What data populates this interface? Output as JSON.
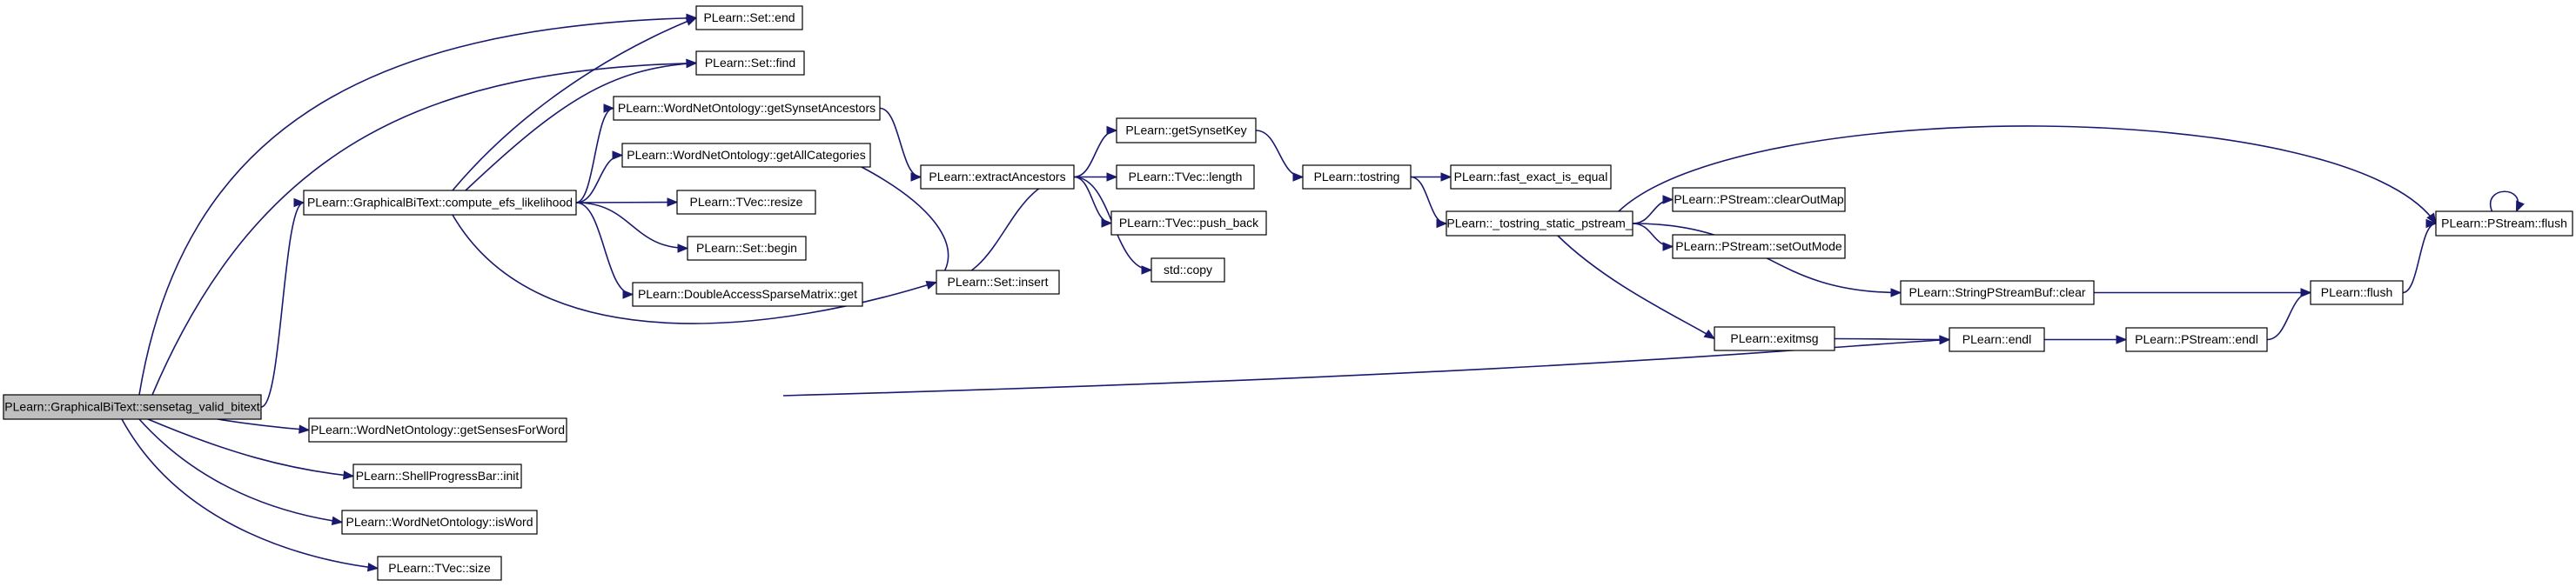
{
  "diagram": {
    "type": "call-graph",
    "colors": {
      "edge": "#191970",
      "root_fill": "#bfbfbf",
      "node_fill": "#ffffff",
      "node_border": "#000000"
    },
    "nodes": [
      {
        "id": "root",
        "label": "PLearn::GraphicalBiText::sensetag_valid_bitext",
        "root": true
      },
      {
        "id": "set_end",
        "label": "PLearn::Set::end"
      },
      {
        "id": "set_find",
        "label": "PLearn::Set::find"
      },
      {
        "id": "getSynsetAncestors",
        "label": "PLearn::WordNetOntology::getSynsetAncestors"
      },
      {
        "id": "getAllCategories",
        "label": "PLearn::WordNetOntology::getAllCategories"
      },
      {
        "id": "compute",
        "label": "PLearn::GraphicalBiText::compute_efs_likelihood"
      },
      {
        "id": "tvec_resize",
        "label": "PLearn::TVec::resize"
      },
      {
        "id": "set_begin",
        "label": "PLearn::Set::begin"
      },
      {
        "id": "dasm_get",
        "label": "PLearn::DoubleAccessSparseMatrix::get"
      },
      {
        "id": "extractAncestors",
        "label": "PLearn::extractAncestors"
      },
      {
        "id": "getSynsetKey",
        "label": "PLearn::getSynsetKey"
      },
      {
        "id": "tvec_length",
        "label": "PLearn::TVec::length"
      },
      {
        "id": "tvec_push_back",
        "label": "PLearn::TVec::push_back"
      },
      {
        "id": "std_copy",
        "label": "std::copy"
      },
      {
        "id": "set_insert",
        "label": "PLearn::Set::insert"
      },
      {
        "id": "tostring",
        "label": "PLearn::tostring"
      },
      {
        "id": "fast_exact",
        "label": "PLearn::fast_exact_is_equal"
      },
      {
        "id": "tostring_static",
        "label": "PLearn::_tostring_static_pstream_"
      },
      {
        "id": "clearOutMap",
        "label": "PLearn::PStream::clearOutMap"
      },
      {
        "id": "setOutMode",
        "label": "PLearn::PStream::setOutMode"
      },
      {
        "id": "spsb_clear",
        "label": "PLearn::StringPStreamBuf::clear"
      },
      {
        "id": "exitmsg",
        "label": "PLearn::exitmsg"
      },
      {
        "id": "endl",
        "label": "PLearn::endl"
      },
      {
        "id": "pstream_endl",
        "label": "PLearn::PStream::endl"
      },
      {
        "id": "flush",
        "label": "PLearn::flush"
      },
      {
        "id": "pstream_flush",
        "label": "PLearn::PStream::flush"
      },
      {
        "id": "getSensesForWord",
        "label": "PLearn::WordNetOntology::getSensesForWord"
      },
      {
        "id": "spb_init",
        "label": "PLearn::ShellProgressBar::init"
      },
      {
        "id": "isWord",
        "label": "PLearn::WordNetOntology::isWord"
      },
      {
        "id": "tvec_size",
        "label": "PLearn::TVec::size"
      }
    ],
    "edges": [
      {
        "from": "root",
        "to": "set_end"
      },
      {
        "from": "root",
        "to": "set_find"
      },
      {
        "from": "root",
        "to": "compute"
      },
      {
        "from": "root",
        "to": "endl"
      },
      {
        "from": "root",
        "to": "getSensesForWord"
      },
      {
        "from": "root",
        "to": "spb_init"
      },
      {
        "from": "root",
        "to": "isWord"
      },
      {
        "from": "root",
        "to": "tvec_size"
      },
      {
        "from": "compute",
        "to": "set_end"
      },
      {
        "from": "compute",
        "to": "set_find"
      },
      {
        "from": "compute",
        "to": "getSynsetAncestors"
      },
      {
        "from": "compute",
        "to": "getAllCategories"
      },
      {
        "from": "compute",
        "to": "tvec_resize"
      },
      {
        "from": "compute",
        "to": "set_begin"
      },
      {
        "from": "compute",
        "to": "dasm_get"
      },
      {
        "from": "compute",
        "to": "set_insert"
      },
      {
        "from": "getSynsetAncestors",
        "to": "extractAncestors"
      },
      {
        "from": "getAllCategories",
        "to": "set_insert"
      },
      {
        "from": "extractAncestors",
        "to": "getSynsetKey"
      },
      {
        "from": "extractAncestors",
        "to": "tvec_length"
      },
      {
        "from": "extractAncestors",
        "to": "tvec_push_back"
      },
      {
        "from": "extractAncestors",
        "to": "std_copy"
      },
      {
        "from": "extractAncestors",
        "to": "set_insert"
      },
      {
        "from": "getSynsetKey",
        "to": "tostring"
      },
      {
        "from": "tostring",
        "to": "fast_exact"
      },
      {
        "from": "tostring",
        "to": "tostring_static"
      },
      {
        "from": "tostring_static",
        "to": "clearOutMap"
      },
      {
        "from": "tostring_static",
        "to": "setOutMode"
      },
      {
        "from": "tostring_static",
        "to": "spsb_clear"
      },
      {
        "from": "tostring_static",
        "to": "exitmsg"
      },
      {
        "from": "tostring_static",
        "to": "pstream_flush"
      },
      {
        "from": "spsb_clear",
        "to": "flush"
      },
      {
        "from": "exitmsg",
        "to": "endl"
      },
      {
        "from": "endl",
        "to": "pstream_endl"
      },
      {
        "from": "pstream_endl",
        "to": "flush"
      },
      {
        "from": "flush",
        "to": "pstream_flush"
      },
      {
        "from": "pstream_flush",
        "to": "pstream_flush"
      }
    ]
  }
}
